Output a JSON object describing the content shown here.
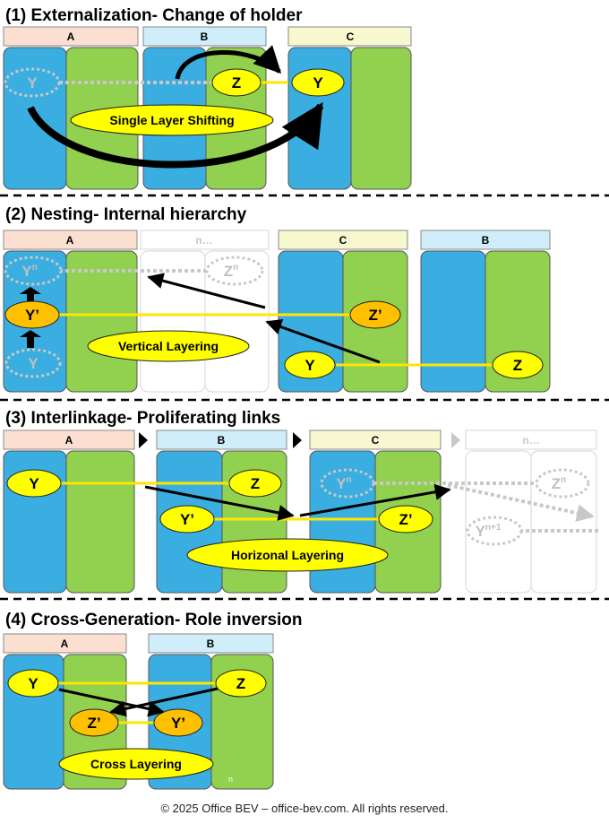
{
  "sections": [
    {
      "title": "(1) Externalization- Change of holder",
      "caption": "Single Layer Shifting"
    },
    {
      "title": "(2) Nesting- Internal hierarchy",
      "caption": "Vertical Layering"
    },
    {
      "title": "(3) Interlinkage- Proliferating links",
      "caption": "Horizonal Layering"
    },
    {
      "title": "(4) Cross-Generation- Role inversion",
      "caption": "Cross Layering"
    }
  ],
  "labels": {
    "a": "A",
    "b": "B",
    "c": "C",
    "n": "n…",
    "n_small": "n"
  },
  "nodes": {
    "y": "Y",
    "z": "Z",
    "y_prime": "Y’",
    "z_prime": "Z’",
    "sup_n": "n",
    "sup_n1": "n+1"
  },
  "footer": "© 2025 Office BEV – office-bev.com. All rights reserved.",
  "colors": {
    "blue": "#3aaee0",
    "green": "#92d050",
    "label_a": "#fbe0d2",
    "label_b": "#cfeefa",
    "label_c": "#f7f7d0",
    "yellow": "#ffff00",
    "orange": "#ffc000",
    "link": "#ffe600",
    "dotted": "#c8c8c8",
    "dash": "#000000"
  }
}
